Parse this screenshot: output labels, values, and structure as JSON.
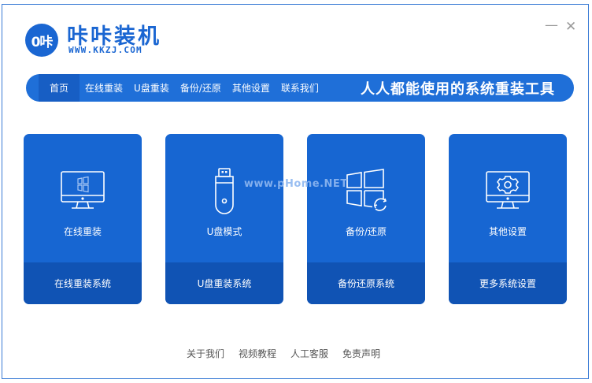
{
  "app": {
    "logo_glyph": "0咔",
    "brand_name": "咔咔装机",
    "brand_url": "WWW.KKZJ.COM"
  },
  "window_controls": {
    "minimize": "—",
    "close": "✕"
  },
  "nav": {
    "items": [
      {
        "label": "首页",
        "active": true
      },
      {
        "label": "在线重装",
        "active": false
      },
      {
        "label": "U盘重装",
        "active": false
      },
      {
        "label": "备份/还原",
        "active": false
      },
      {
        "label": "其他设置",
        "active": false
      },
      {
        "label": "联系我们",
        "active": false
      }
    ],
    "slogan": "人人都能使用的系统重装工具"
  },
  "cards": [
    {
      "title": "在线重装",
      "footer": "在线重装系统",
      "icon": "monitor-windows-icon"
    },
    {
      "title": "U盘模式",
      "footer": "U盘重装系统",
      "icon": "usb-drive-icon"
    },
    {
      "title": "备份/还原",
      "footer": "备份还原系统",
      "icon": "windows-restore-icon"
    },
    {
      "title": "其他设置",
      "footer": "更多系统设置",
      "icon": "monitor-gear-icon"
    }
  ],
  "watermark": "www.pHome.NET",
  "footer_links": [
    "关于我们",
    "视频教程",
    "人工客服",
    "免责声明"
  ],
  "colors": {
    "brand": "#1a66d2",
    "nav_bg": "#1f6fd8",
    "nav_active": "#175ec4",
    "card_bg": "#1766d2",
    "card_footer": "#1053b4",
    "window_border": "#3a7bd5"
  }
}
